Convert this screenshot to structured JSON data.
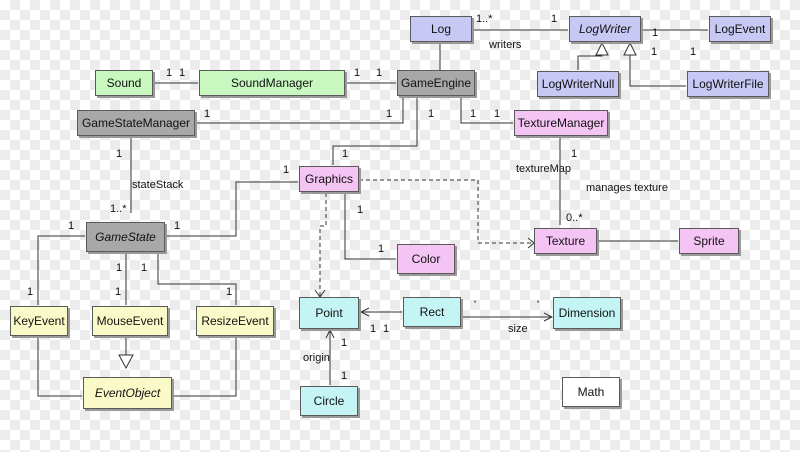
{
  "classes": {
    "log": "Log",
    "logwriter": "LogWriter",
    "logevent": "LogEvent",
    "logwriternull": "LogWriterNull",
    "logwriterfile": "LogWriterFile",
    "sound": "Sound",
    "soundmanager": "SoundManager",
    "gameengine": "GameEngine",
    "gamestatemanager": "GameStateManager",
    "texturemanager": "TextureManager",
    "graphics": "Graphics",
    "gamestate": "GameState",
    "color": "Color",
    "texture": "Texture",
    "sprite": "Sprite",
    "keyevent": "KeyEvent",
    "mouseevent": "MouseEvent",
    "resizeevent": "ResizeEvent",
    "point": "Point",
    "rect": "Rect",
    "dimension": "Dimension",
    "eventobject": "EventObject",
    "circle": "Circle",
    "math": "Math"
  },
  "labels": {
    "writers": "writers",
    "stateStack": "stateStack",
    "textureMap": "textureMap",
    "managesTexture": "manages texture",
    "size": "size",
    "origin": "origin"
  },
  "multiplicities": {
    "one": "1",
    "oneToMany": "1..*",
    "many": "0..*",
    "tick": "'"
  },
  "colors": {
    "interface": "#c8c8f4",
    "component": "#c8f8c0",
    "core": "#a8a8a8",
    "graphics": "#f4c4f4",
    "geometry": "#c4f4f4",
    "event": "#fafac8",
    "utility": "#ffffff"
  }
}
